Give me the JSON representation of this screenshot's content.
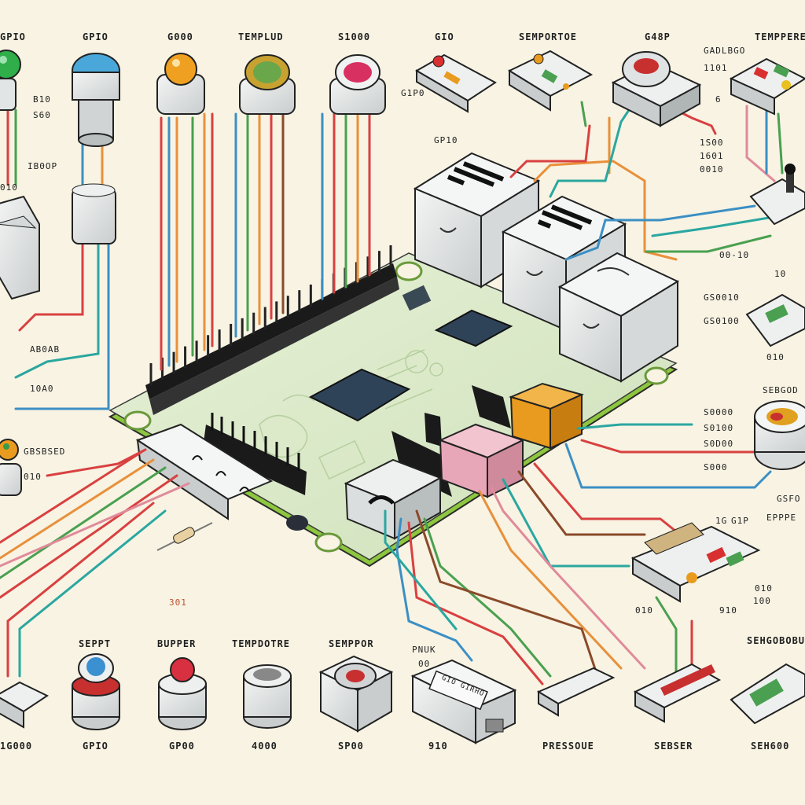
{
  "labels": {
    "top_gpio_1": "GPIO",
    "top_gpio_2": "GPIO",
    "top_gpio_3": "G000",
    "top_templud": "TEMPLUD",
    "top_s1000": "S1000",
    "top_gio": "GIO",
    "top_semporote": "SEMPORTOE",
    "top_g48p": "G48P",
    "top_tempere": "TEMPPERE",
    "left_b10": "B10",
    "left_s60": "S60",
    "left_ib0op": "IB0OP",
    "left_010": "010",
    "left_ab0ab": "AB0AB",
    "left_10a0": "10A0",
    "left_gbsbsed": "GBSBSED",
    "left_010b": "010",
    "mid_g1p0": "G1P0",
    "mid_gp10": "GP10",
    "r_gap1": "GADLBGO",
    "r_1101": "1101",
    "r_6": "6",
    "r_1s00": "1S00",
    "r_1601": "1601",
    "r_0010": "0010",
    "r_0010b": "00-10",
    "r_10": "10",
    "r_gs0010": "GS0010",
    "r_gs0100": "GS0100",
    "r_010": "010",
    "r_sebgod": "SEBGOD",
    "r_s0000": "S0000",
    "r_s0100": "S0100",
    "r_s0d00": "S0D00",
    "r_s000": "S000",
    "r_gsfo": "GSFO",
    "r_epppe": "EPPPE",
    "r_1g": "1G",
    "r_g1p": "G1P",
    "r_010c": "010",
    "r_100": "100",
    "r_910": "910",
    "r_010d": "010",
    "s301": "301",
    "bot_sept": "SEPPT",
    "bot_bupper": "BUPPER",
    "bot_tempdotre": "TEMPDOTRE",
    "bot_semppor": "SEMPPOR",
    "bot_pnuk": "PNUK",
    "bot_00": "00",
    "bot_sensobu": "SEHGOBOBU",
    "bot_1g000": "1G000",
    "bot_gpio": "GPIO",
    "bot_gp00": "GP00",
    "bot_4000": "4000",
    "bot_sp00": "SP00",
    "bot_910": "910",
    "bot_pressure": "PRESSOUE",
    "bot_senser": "SEBSER",
    "bot_seh600": "SEH600",
    "plate_text": "GIO GIRHO"
  },
  "colors": {
    "background": "#f8f3e3",
    "board": "#d7e8c6",
    "board_edge": "#8dc63f",
    "chip": "#2f4358",
    "header": "#1a1a1a",
    "wire_red": "#d94040",
    "wire_orange": "#e8903a",
    "wire_green": "#4aa050",
    "wire_blue": "#3b8fc4",
    "wire_teal": "#2aa7a0",
    "wire_brown": "#8a4a2a",
    "wire_pink": "#e08a9a",
    "module_gray": "#e8eaea",
    "module_orange": "#e89b1e",
    "module_pink": "#e8a7b8"
  }
}
